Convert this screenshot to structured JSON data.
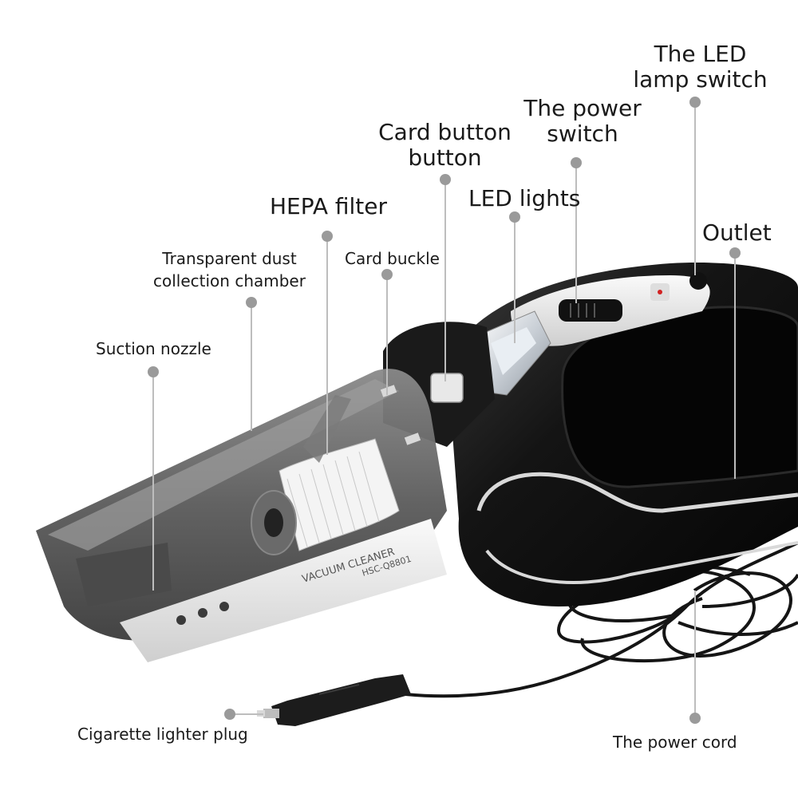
{
  "colors": {
    "callout_dot": "#9a9a9a",
    "callout_line": "#bdbdbd",
    "body_black": "#141414",
    "body_silver": "#e6e6e6",
    "dust_chamber": "#5c5c5c",
    "filter_white": "#f2f2f2"
  },
  "product": {
    "model_text_1": "VACUUM CLEANER",
    "model_text_2": "HSC-Q8801"
  },
  "labels": {
    "led_lamp_switch": [
      "The LED",
      "lamp switch"
    ],
    "power_switch": [
      "The power",
      "switch"
    ],
    "card_button": [
      "Card button",
      "button"
    ],
    "led_lights": "LED lights",
    "hepa_filter": "HEPA filter",
    "outlet": "Outlet",
    "dust_chamber": [
      "Transparent dust",
      "collection chamber"
    ],
    "card_buckle": "Card buckle",
    "suction_nozzle": "Suction nozzle",
    "cigarette_plug": "Cigarette lighter plug",
    "power_cord": "The power cord"
  }
}
